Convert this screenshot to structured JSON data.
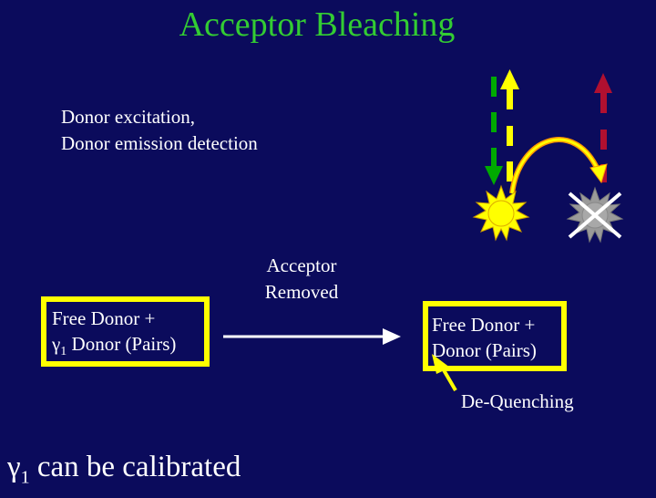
{
  "slide": {
    "title": "Acceptor Bleaching",
    "description_line1": "Donor excitation,",
    "description_line2": "Donor emission detection",
    "left_box": {
      "line1": "Free Donor +",
      "gamma": "γ",
      "gamma_sub": "1",
      "line2_rest": " Donor (Pairs)"
    },
    "middle_label_line1": "Acceptor",
    "middle_label_line2": "Removed",
    "right_box": {
      "line1": "Free Donor +",
      "line2": "Donor (Pairs)"
    },
    "dequench_label": "De-Quenching",
    "bottom_text": {
      "gamma": "γ",
      "gamma_sub": "1",
      "rest": " can be calibrated"
    }
  },
  "colors": {
    "background": "#0b0b5c",
    "title": "#33cc33",
    "box_border": "#ffff00",
    "excitation_arrow": "#00aa00",
    "donor_arrow": "#ffff00",
    "acceptor_arrow": "#b01030",
    "donor_star": "#ffff00",
    "acceptor_star": "#9a9a9a"
  },
  "icons": {
    "donor": "donor-star-icon",
    "acceptor": "bleached-acceptor-icon",
    "transfer": "energy-transfer-arc-icon"
  }
}
